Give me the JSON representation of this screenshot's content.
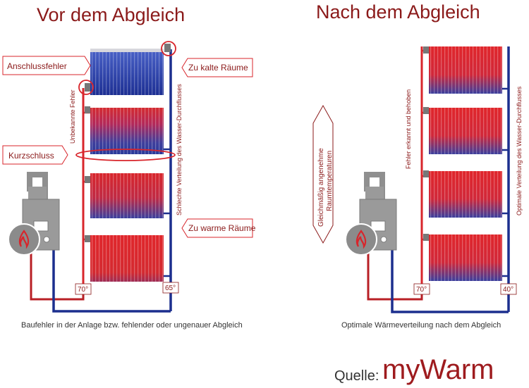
{
  "left": {
    "title": "Vor dem Abgleich",
    "callout_connection": "Anschlussfehler",
    "callout_cold": "Zu kalte Räume",
    "callout_short": "Kurzschluss",
    "callout_warm": "Zu warme Räume",
    "vertical_errors": "Unbekannte Fehler",
    "vertical_flow": "Schlechte Verteilung des Wasser-Durchflusses",
    "temp_supply": "70°",
    "temp_return": "65°",
    "caption": "Baufehler in der Anlage bzw. fehlender oder ungenauer Abgleich"
  },
  "right": {
    "title": "Nach dem Abgleich",
    "banner": [
      "Gleichmäßig angenehme",
      "Raumtemperaturen"
    ],
    "vertical_errors": "Fehler erkannt und behoben",
    "vertical_flow": "Optimale Verteilung des Wasser-Durchflusses",
    "temp_supply": "70°",
    "temp_return": "40°",
    "caption": "Optimale Wärmeverteilung nach dem Abgleich"
  },
  "footer": {
    "source_label": "Quelle:",
    "brand": "myWarm"
  },
  "colors": {
    "accent": "#8b1a1a",
    "hot": "#d8252b",
    "cold": "#1c2f8e",
    "boiler": "#8f8f8f"
  }
}
